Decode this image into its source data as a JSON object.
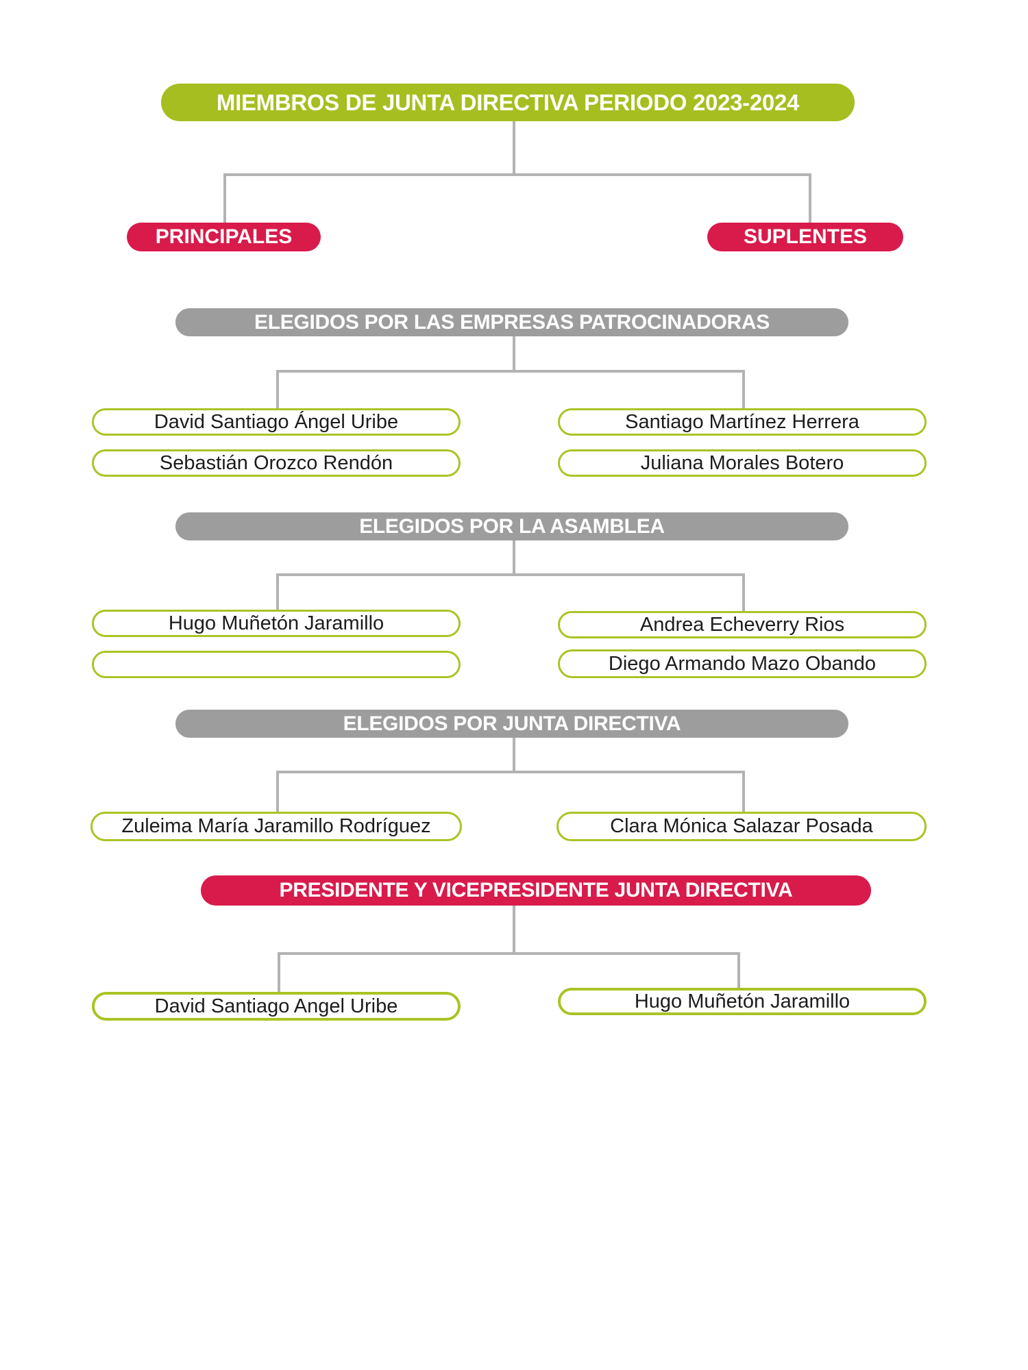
{
  "title": "MIEMBROS DE JUNTA DIRECTIVA PERIODO 2023-2024",
  "branches": {
    "left": "PRINCIPALES",
    "right": "SUPLENTES"
  },
  "colors": {
    "green": "#a6be1f",
    "green_outline": "#a9c424",
    "crimson": "#d81b4b",
    "gray": "#9d9d9d",
    "line_gray": "#b3b3b3",
    "name_text": "#1c1c1c",
    "header_text": "#ffffff"
  },
  "sections": [
    {
      "header": "ELEGIDOS POR LAS EMPRESAS PATROCINADORAS",
      "style": "gray",
      "left": [
        "David Santiago Ángel Uribe",
        "Sebastián Orozco Rendón"
      ],
      "right": [
        "Santiago Martínez Herrera",
        "Juliana Morales Botero"
      ]
    },
    {
      "header": "ELEGIDOS POR LA ASAMBLEA",
      "style": "gray",
      "left": [
        "Hugo Muñetón Jaramillo",
        ""
      ],
      "right": [
        "Andrea Echeverry Rios",
        "Diego Armando Mazo Obando"
      ]
    },
    {
      "header": "ELEGIDOS POR JUNTA DIRECTIVA",
      "style": "gray",
      "left": [
        "Zuleima María Jaramillo Rodríguez"
      ],
      "right": [
        "Clara Mónica Salazar Posada"
      ]
    },
    {
      "header": "PRESIDENTE Y VICEPRESIDENTE JUNTA DIRECTIVA",
      "style": "crimson",
      "left": [
        "David Santiago Angel Uribe"
      ],
      "right": [
        "Hugo Muñetón Jaramillo"
      ]
    }
  ]
}
